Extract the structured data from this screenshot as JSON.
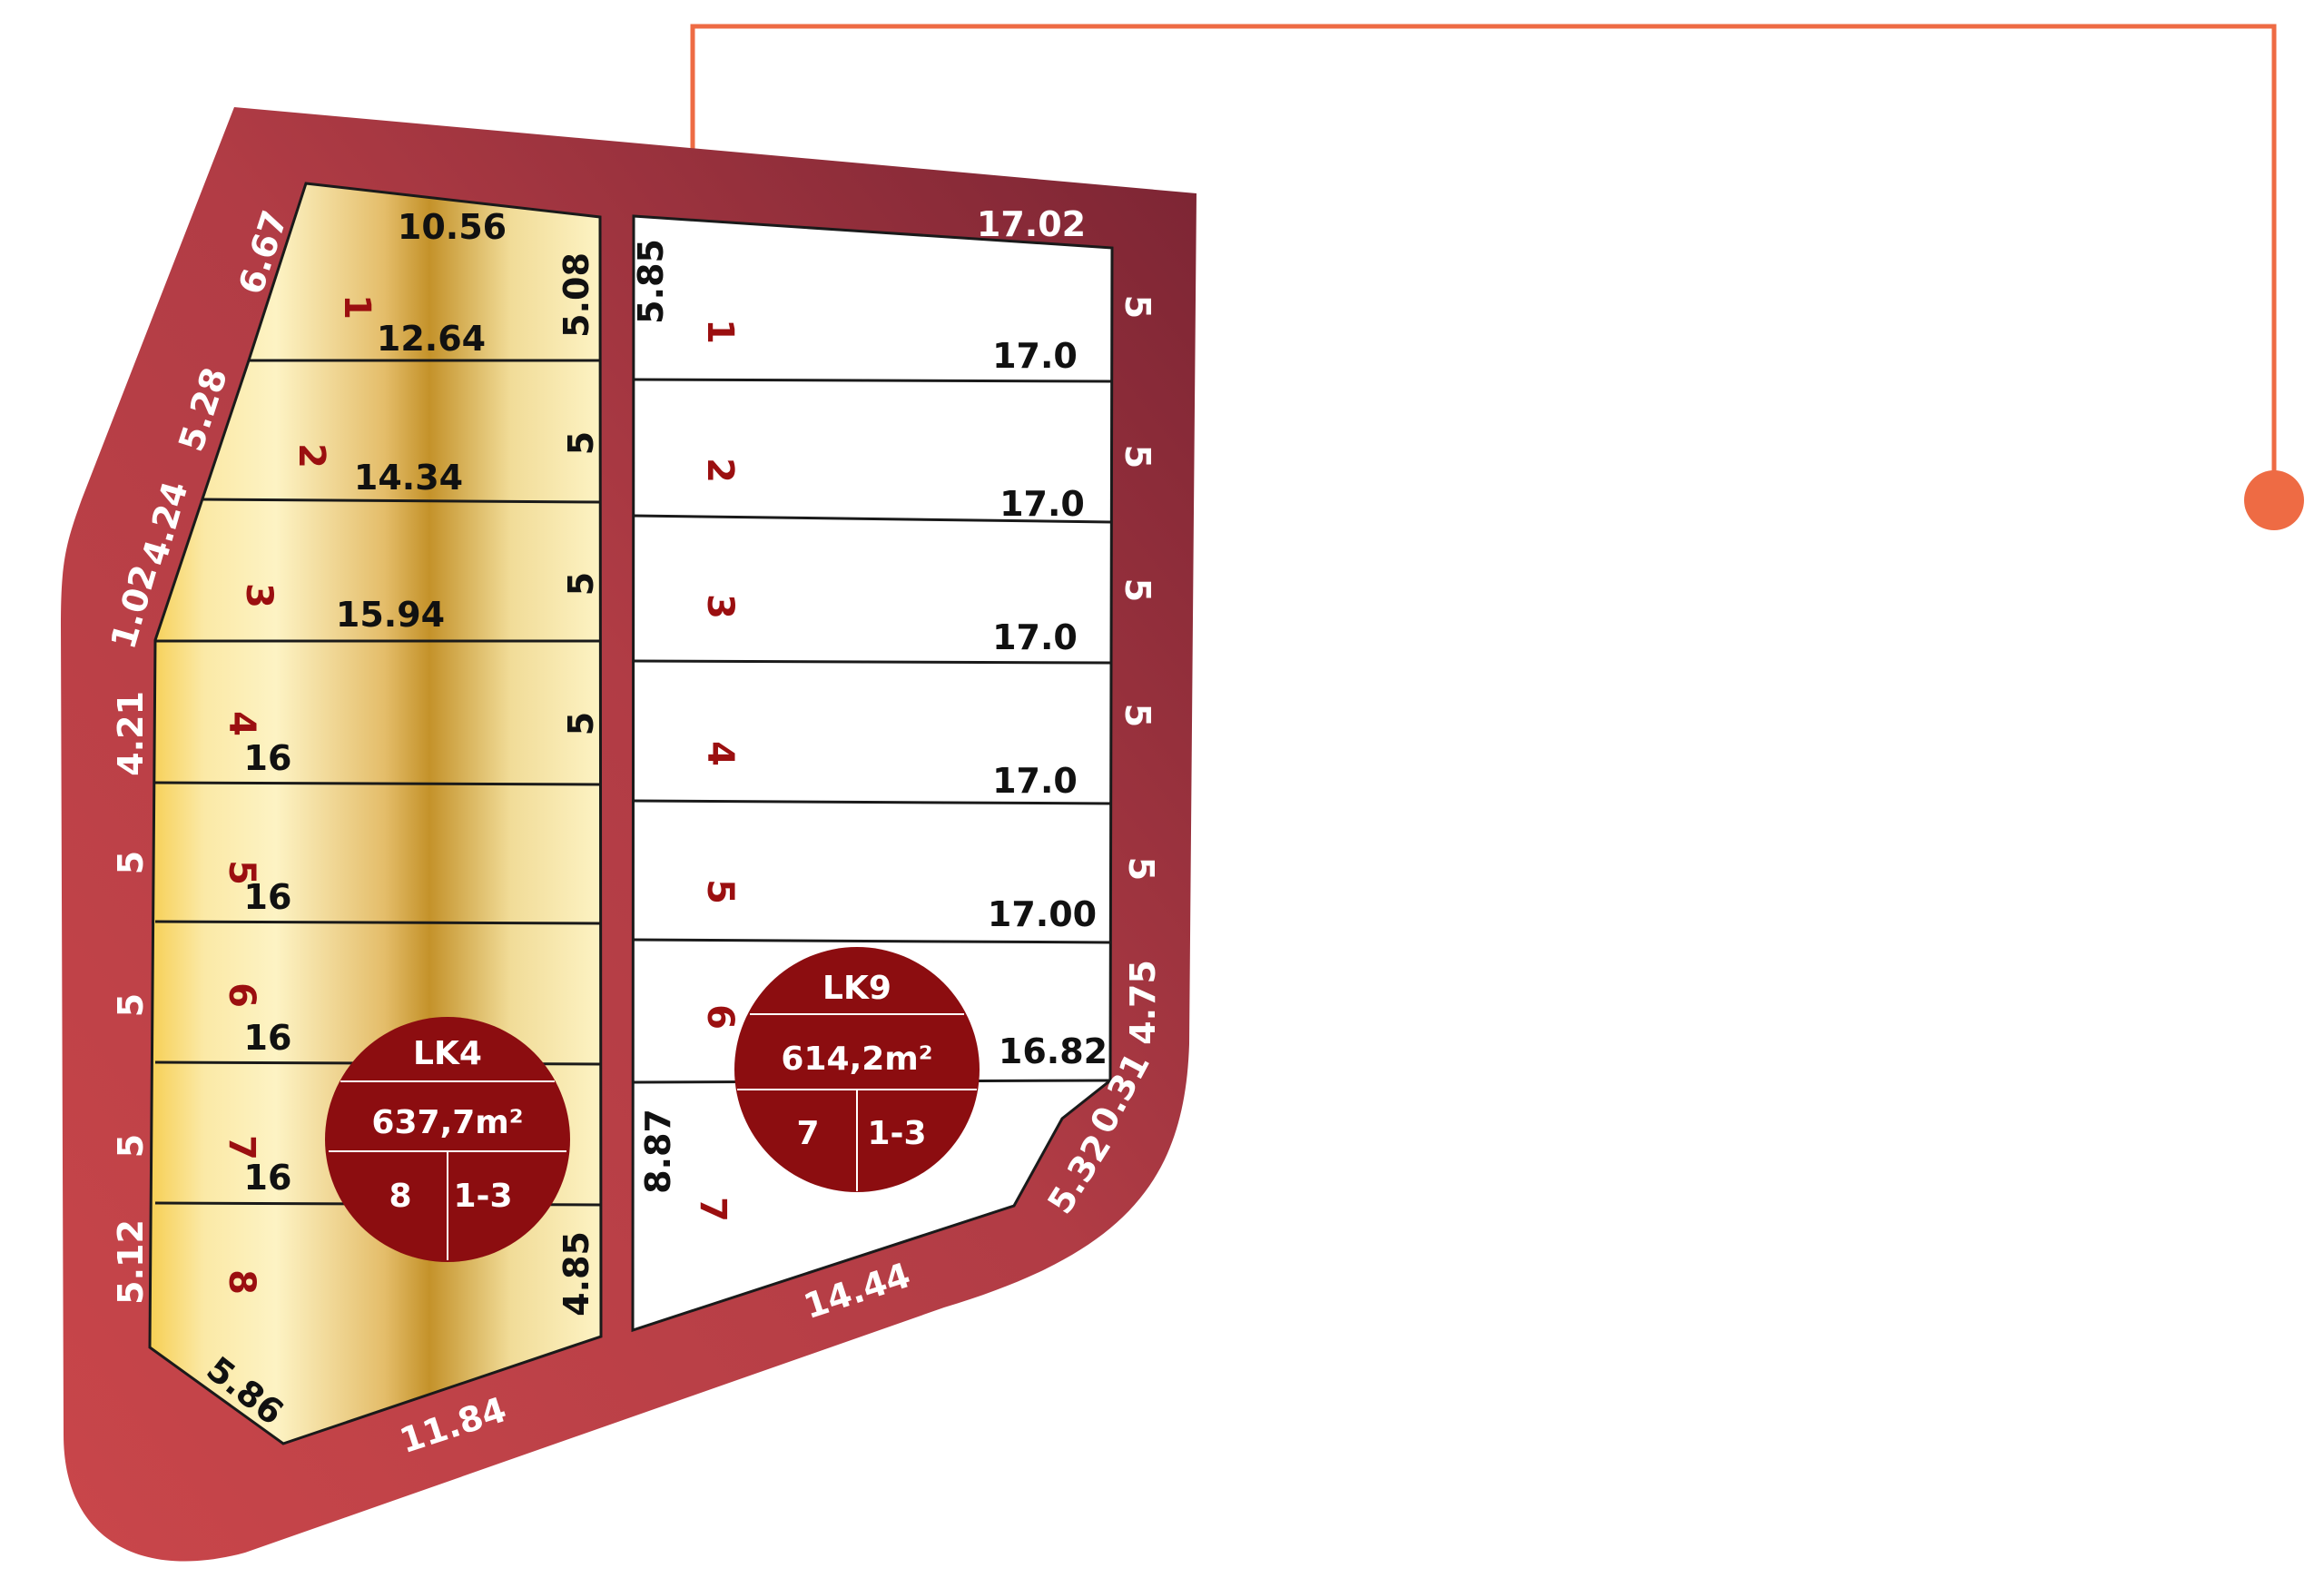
{
  "colors": {
    "frame_light": "#c9464a",
    "frame_dark": "#7a2433",
    "accent_line": "#ee6b44",
    "badge": "#8c0d10",
    "lot_number": "#9b0f10",
    "gold_light": "#fdf3c4",
    "gold_dark": "#c4922a"
  },
  "lk4": {
    "badge": {
      "name": "LK4",
      "area": "637,7m²",
      "count": "8",
      "floors": "1-3"
    },
    "lot_numbers": [
      "1",
      "2",
      "3",
      "4",
      "5",
      "6",
      "7",
      "8"
    ],
    "depths": [
      "10.56",
      "12.64",
      "14.34",
      "15.94",
      "16",
      "16",
      "16",
      "16"
    ],
    "right_widths": [
      "5.08",
      "5",
      "5",
      "5",
      "4.85"
    ],
    "left_widths": [
      "6.67",
      "5.28",
      "4.24",
      "1.02",
      "4.21",
      "5",
      "5",
      "5",
      "5.12"
    ],
    "bottom": [
      "5.86",
      "11.84"
    ]
  },
  "lk9": {
    "badge": {
      "name": "LK9",
      "area": "614,2m²",
      "count": "7",
      "floors": "1-3"
    },
    "lot_numbers": [
      "1",
      "2",
      "3",
      "4",
      "5",
      "6",
      "7"
    ],
    "depths": [
      "17.02",
      "17.0",
      "17.0",
      "17.0",
      "17.0",
      "17.00",
      "16.82"
    ],
    "left_widths": [
      "5.85",
      "8.87"
    ],
    "right_widths": [
      "5",
      "5",
      "5",
      "5",
      "5",
      "4.75",
      "0.31",
      "5.32"
    ],
    "bottom": [
      "14.44"
    ]
  }
}
